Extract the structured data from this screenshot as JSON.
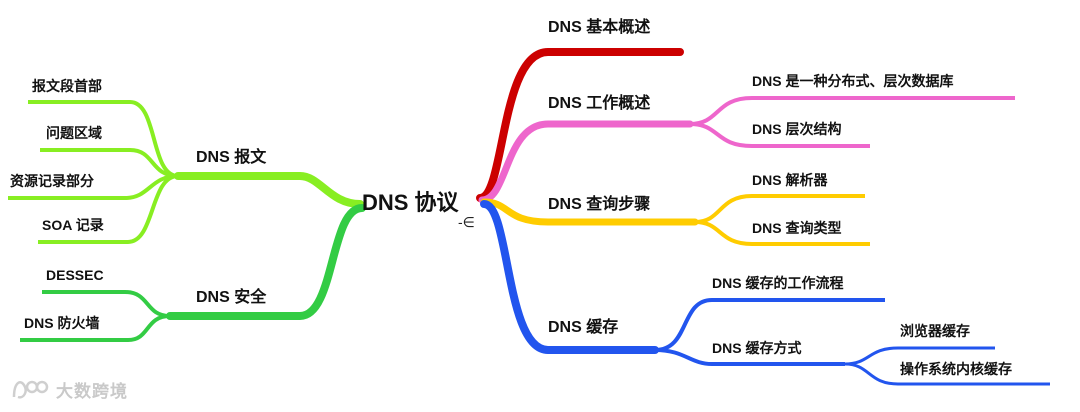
{
  "root": {
    "label": "DNS 协议",
    "collapse_icon": "collapse-toggle-icon"
  },
  "colors": {
    "red": "#cc0000",
    "pink": "#ee66cc",
    "yellow": "#ffcc00",
    "blue": "#2255ee",
    "lightgreen": "#88ee22",
    "green": "#33cc44"
  },
  "branches": {
    "dns_basic": {
      "label": "DNS 基本概述"
    },
    "dns_work": {
      "label": "DNS 工作概述",
      "children": [
        "DNS 是一种分布式、层次数据库",
        "DNS 层次结构"
      ]
    },
    "dns_query": {
      "label": "DNS 查询步骤",
      "children": [
        "DNS 解析器",
        "DNS 查询类型"
      ]
    },
    "dns_cache": {
      "label": "DNS 缓存",
      "children": [
        "DNS 缓存的工作流程",
        "DNS 缓存方式"
      ],
      "cache_methods": [
        "浏览器缓存",
        "操作系统内核缓存"
      ]
    },
    "dns_message": {
      "label": "DNS 报文",
      "children": [
        "报文段首部",
        "问题区域",
        "资源记录部分",
        "SOA 记录"
      ]
    },
    "dns_security": {
      "label": "DNS 安全",
      "children": [
        "DESSEC",
        "DNS 防火墙"
      ]
    }
  },
  "watermark": {
    "text": "大数跨境",
    "icon": "logo-icon"
  }
}
